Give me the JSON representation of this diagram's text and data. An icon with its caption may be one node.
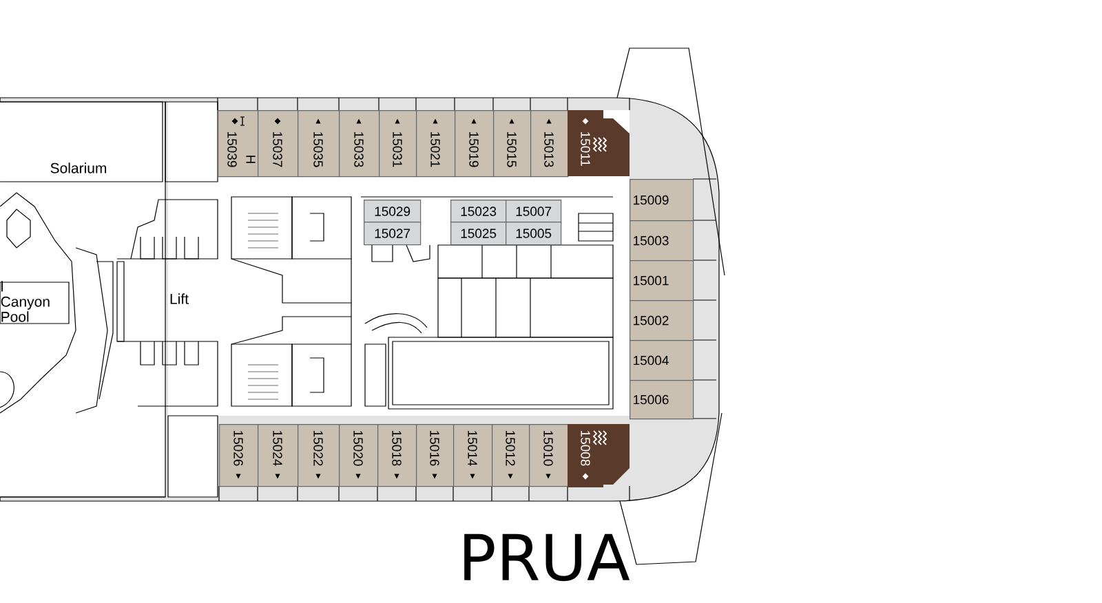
{
  "diagram": {
    "nodes": [
      {
        "text": [
          "15039",
          "H"
        ]
      },
      {
        "text": [
          "15037"
        ]
      },
      {
        "text": [
          "15035"
        ]
      },
      {
        "text": [
          "15033"
        ]
      },
      {
        "text": [
          "15031"
        ]
      },
      {
        "text": [
          "15021"
        ]
      },
      {
        "text": [
          "15019"
        ]
      },
      {
        "text": [
          "15015"
        ]
      },
      {
        "text": [
          "15013"
        ]
      },
      {
        "text": [
          "15011"
        ]
      },
      {
        "text": [
          "15029"
        ]
      },
      {
        "text": [
          "15027"
        ]
      },
      {
        "text": [
          "15023"
        ]
      },
      {
        "text": [
          "15007"
        ]
      },
      {
        "text": [
          "15025"
        ]
      },
      {
        "text": [
          "15005"
        ]
      },
      {
        "text": [
          "15009"
        ]
      },
      {
        "text": [
          "15003"
        ]
      },
      {
        "text": [
          "15001"
        ]
      },
      {
        "text": [
          "15002"
        ]
      },
      {
        "text": [
          "15004"
        ]
      },
      {
        "text": [
          "15006"
        ]
      },
      {
        "text": [
          "15026"
        ]
      },
      {
        "text": [
          "15024"
        ]
      },
      {
        "text": [
          "15022"
        ]
      },
      {
        "text": [
          "15020"
        ]
      },
      {
        "text": [
          "15018"
        ]
      },
      {
        "text": [
          "15016"
        ]
      },
      {
        "text": [
          "15014"
        ]
      },
      {
        "text": [
          "15012"
        ]
      },
      {
        "text": [
          "15010"
        ]
      },
      {
        "text": [
          "15008"
        ]
      }
    ],
    "labels": [
      "Solarium",
      "l Canyon Pool",
      "Lift",
      "PRUA"
    ]
  }
}
